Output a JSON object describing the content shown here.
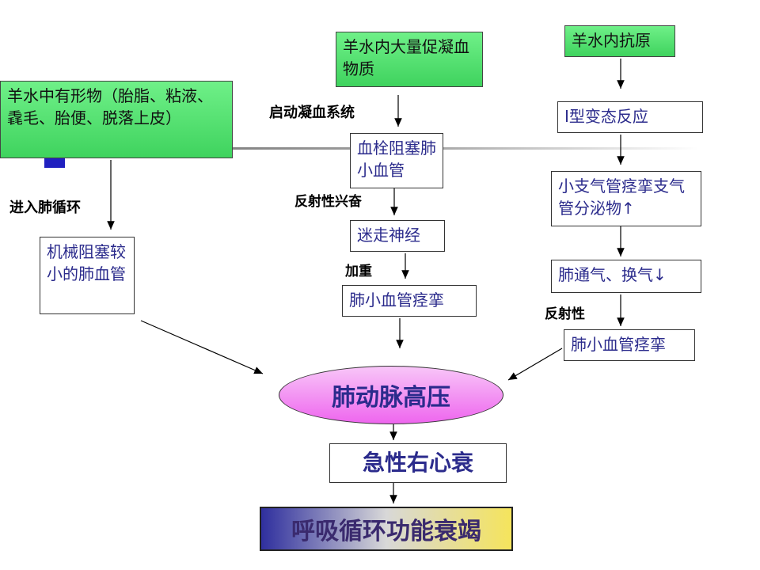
{
  "nodes": {
    "formed_matter": "羊水中有形物（胎脂、粘液、毳毛、胎便、脱落上皮）",
    "coagulants": "羊水内大量促凝血物质",
    "antigen": "羊水内抗原",
    "mechanical": "机械阻塞较小的肺血管",
    "thrombus": "血栓阻塞肺小血管",
    "vagus": "迷走神经",
    "vessel_spasm_mid": "肺小血管痉挛",
    "type1": "I型变态反应",
    "bronchospasm": "小支气管痉挛支气管分泌物↑",
    "ventilation": "肺通气、换气↓",
    "vessel_spasm_right": "肺小血管痉挛",
    "pah": "肺动脉高压",
    "rhf": "急性右心衰",
    "failure": "呼吸循环功能衰竭"
  },
  "labels": {
    "enter_circ": "进入肺循环",
    "start_coag": "启动凝血系统",
    "reflex_excite": "反射性兴奋",
    "aggravate": "加重",
    "reflexive": "反射性"
  },
  "colors": {
    "green": "#4fe06c",
    "ellipse": "#ee66ee",
    "text": "#2b2b8c"
  }
}
